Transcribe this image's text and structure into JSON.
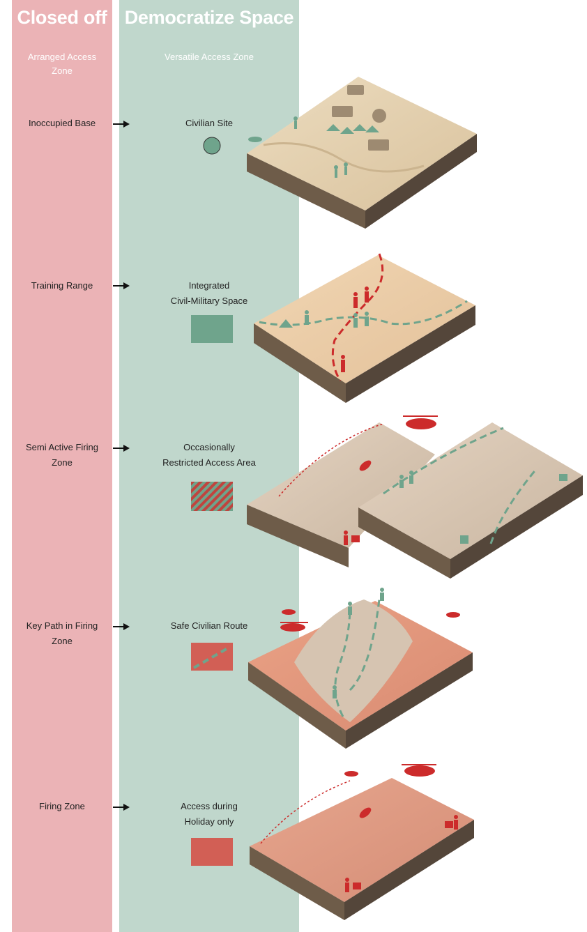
{
  "columns": {
    "closed": {
      "title": "Closed off",
      "subtitle_line1": "Arranged Access",
      "subtitle_line2": "Zone",
      "color": "#ebb3b6"
    },
    "democratize": {
      "title": "Democratize Space",
      "subtitle": "Versatile Access Zone",
      "color": "#c0d7cc"
    }
  },
  "colors": {
    "civil_green": "#6fa48c",
    "military_red": "#cc2b2b",
    "hatch_red": "#c0443e",
    "salmon": "#d25f55",
    "soil": "#6a5a48",
    "sand": "#e8cfa8"
  },
  "rows": [
    {
      "closed_label_line1": "Inoccupied Base",
      "closed_label_line2": "",
      "zone_label_line1": "Civilian Site",
      "zone_label_line2": "",
      "swatch": "circle-green",
      "illustration": "military-base-terrain-block"
    },
    {
      "closed_label_line1": "Training Range",
      "closed_label_line2": "",
      "zone_label_line1": "Integrated",
      "zone_label_line2": "Civil-Military Space",
      "swatch": "rect-green",
      "illustration": "training-range-terrain-block"
    },
    {
      "closed_label_line1": "Semi Active Firing",
      "closed_label_line2": "Zone",
      "zone_label_line1": "Occasionally",
      "zone_label_line2": "Restricted Access Area",
      "swatch": "rect-hatched",
      "illustration": "semi-active-firing-terrain-blocks"
    },
    {
      "closed_label_line1": "Key Path in Firing",
      "closed_label_line2": "Zone",
      "zone_label_line1": "Safe Civilian Route",
      "zone_label_line2": "",
      "swatch": "rect-salmon-with-path",
      "illustration": "key-path-mountain-terrain-block"
    },
    {
      "closed_label_line1": "Firing Zone",
      "closed_label_line2": "",
      "zone_label_line1": "Access during",
      "zone_label_line2": "Holiday only",
      "swatch": "rect-salmon",
      "illustration": "firing-zone-terrain-block"
    }
  ]
}
